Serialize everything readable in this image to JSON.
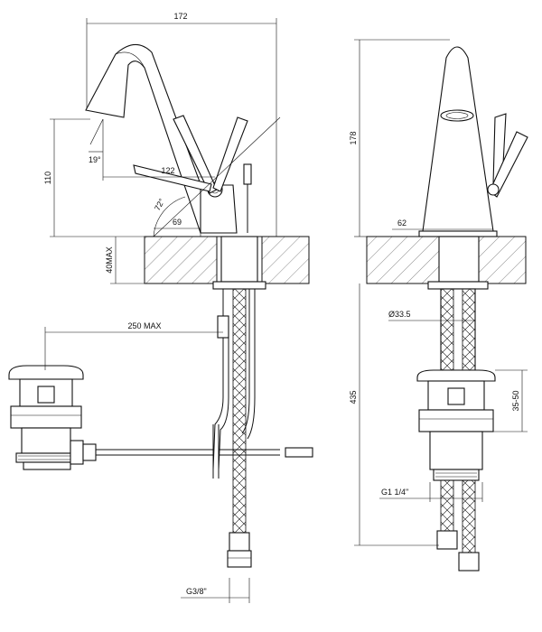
{
  "side_view": {
    "dim_overall_width": "172",
    "dim_height": "110",
    "dim_tilt_angle": "19°",
    "dim_reach": "122",
    "dim_lever_angle": "72°",
    "dim_base_offset": "69",
    "dim_deck_thickness": "40MAX",
    "dim_waste_reach": "250  MAX",
    "dim_supply_connection": "G3/8\""
  },
  "front_view": {
    "dim_overall_height": "178",
    "dim_base_diameter": "62",
    "dim_shank_diameter": "Ø33.5",
    "dim_total_depth": "435",
    "dim_waste_range": "35-50",
    "dim_waste_thread": "G1 1/4\""
  }
}
